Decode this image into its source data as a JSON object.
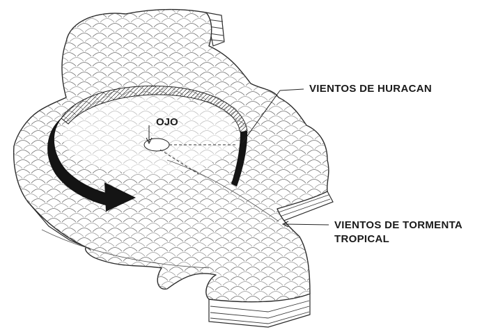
{
  "diagram": {
    "labels": {
      "eye": "OJO",
      "hurricane_winds": "VIENTOS DE HURACAN",
      "tropical_storm_winds_line1": "VIENTOS DE TORMENTA",
      "tropical_storm_winds_line2": "TROPICAL"
    },
    "colors": {
      "ink": "#1a1a1a",
      "background": "#ffffff"
    }
  }
}
